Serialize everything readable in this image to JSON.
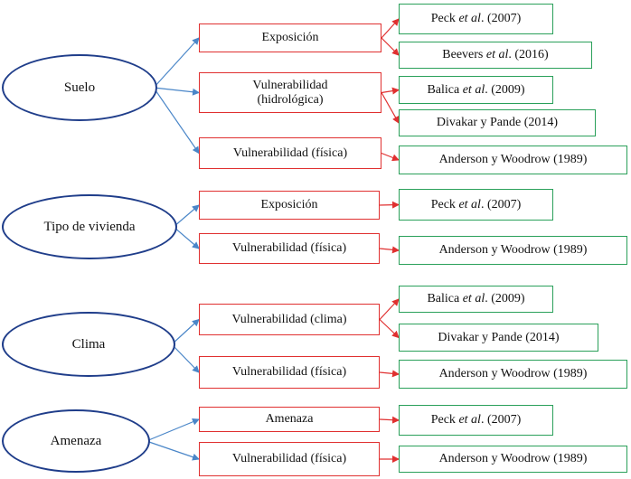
{
  "colors": {
    "category_border": "#1f3d8a",
    "category_edge": "#4a86c8",
    "factor_border": "#e03030",
    "factor_edge": "#e03030",
    "reference_border": "#2aa05a"
  },
  "groups": [
    {
      "category": "Suelo",
      "factors": [
        {
          "label": "Exposición",
          "refs": [
            {
              "pre": "Peck ",
              "em": "et al",
              "post": ". (2007)"
            },
            {
              "pre": "Beevers ",
              "em": "et al",
              "post": ". (2016)"
            }
          ]
        },
        {
          "label": "Vulnerabilidad\n(hidrológica)",
          "refs": [
            {
              "pre": "Balica ",
              "em": "et al",
              "post": ". (2009)"
            },
            {
              "pre": "Divakar y Pande (2014)",
              "em": "",
              "post": ""
            }
          ]
        },
        {
          "label": "Vulnerabilidad (física)",
          "refs": [
            {
              "pre": "Anderson y Woodrow (1989)",
              "em": "",
              "post": ""
            }
          ]
        }
      ]
    },
    {
      "category": "Tipo de vivienda",
      "factors": [
        {
          "label": "Exposición",
          "refs": [
            {
              "pre": "Peck ",
              "em": "et al",
              "post": ". (2007)"
            }
          ]
        },
        {
          "label": "Vulnerabilidad (física)",
          "refs": [
            {
              "pre": "Anderson y Woodrow (1989)",
              "em": "",
              "post": ""
            }
          ]
        }
      ]
    },
    {
      "category": "Clima",
      "factors": [
        {
          "label": "Vulnerabilidad (clima)",
          "refs": [
            {
              "pre": "Balica ",
              "em": "et al",
              "post": ". (2009)"
            },
            {
              "pre": "Divakar y Pande (2014)",
              "em": "",
              "post": ""
            }
          ]
        },
        {
          "label": "Vulnerabilidad (física)",
          "refs": [
            {
              "pre": "Anderson y Woodrow (1989)",
              "em": "",
              "post": ""
            }
          ]
        }
      ]
    },
    {
      "category": "Amenaza",
      "factors": [
        {
          "label": "Amenaza",
          "refs": [
            {
              "pre": "Peck ",
              "em": "et al",
              "post": ". (2007)"
            }
          ]
        },
        {
          "label": "Vulnerabilidad (física)",
          "refs": [
            {
              "pre": "Anderson y Woodrow (1989)",
              "em": "",
              "post": ""
            }
          ]
        }
      ]
    }
  ]
}
